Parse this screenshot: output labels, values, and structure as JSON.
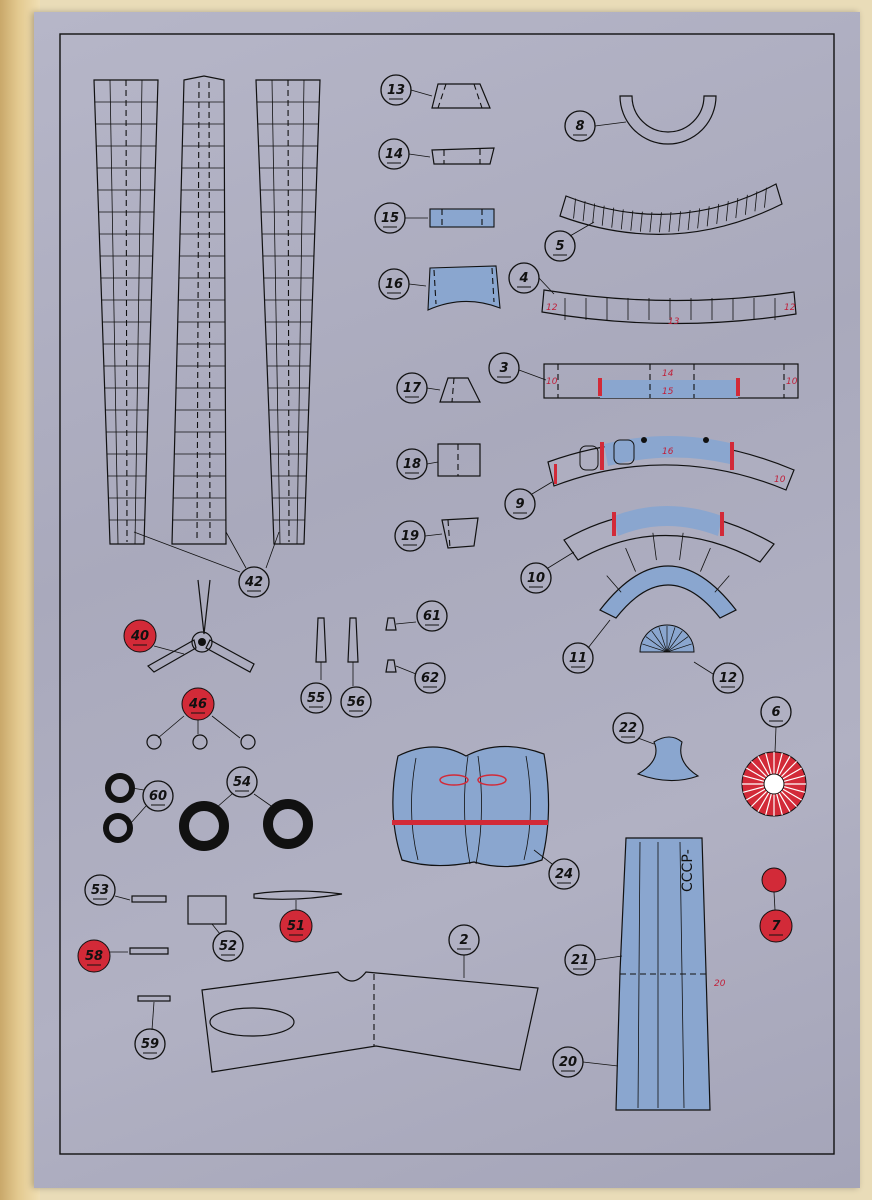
{
  "colors": {
    "sheet": "#aeaec0",
    "blue": "#8aa6cf",
    "red": "#d22a38",
    "ink": "#111111",
    "edge": "#e3c98f"
  },
  "labels": {
    "p2": "2",
    "p3": "3",
    "p4": "4",
    "p5": "5",
    "p6": "6",
    "p7": "7",
    "p8": "8",
    "p9": "9",
    "p10": "10",
    "p11": "11",
    "p12": "12",
    "p13": "13",
    "p14": "14",
    "p15": "15",
    "p16": "16",
    "p17": "17",
    "p18": "18",
    "p19": "19",
    "p20": "20",
    "p21": "21",
    "p22": "22",
    "p24": "24",
    "p40": "40",
    "p42": "42",
    "p46": "46",
    "p51": "51",
    "p52": "52",
    "p53": "53",
    "p54": "54",
    "p55": "55",
    "p56": "56",
    "p58": "58",
    "p59": "59",
    "p60": "60",
    "p61": "61",
    "p62": "62"
  },
  "part_marks": {
    "m4_left": "12",
    "m4_mid": "13",
    "m4_right": "12",
    "m3_left": "10",
    "m3_top": "14",
    "m3_mid": "15",
    "m3_right": "10",
    "m9_mid": "16",
    "m9_right": "10",
    "m21_right": "20"
  },
  "fuselage_text": "СССР-"
}
